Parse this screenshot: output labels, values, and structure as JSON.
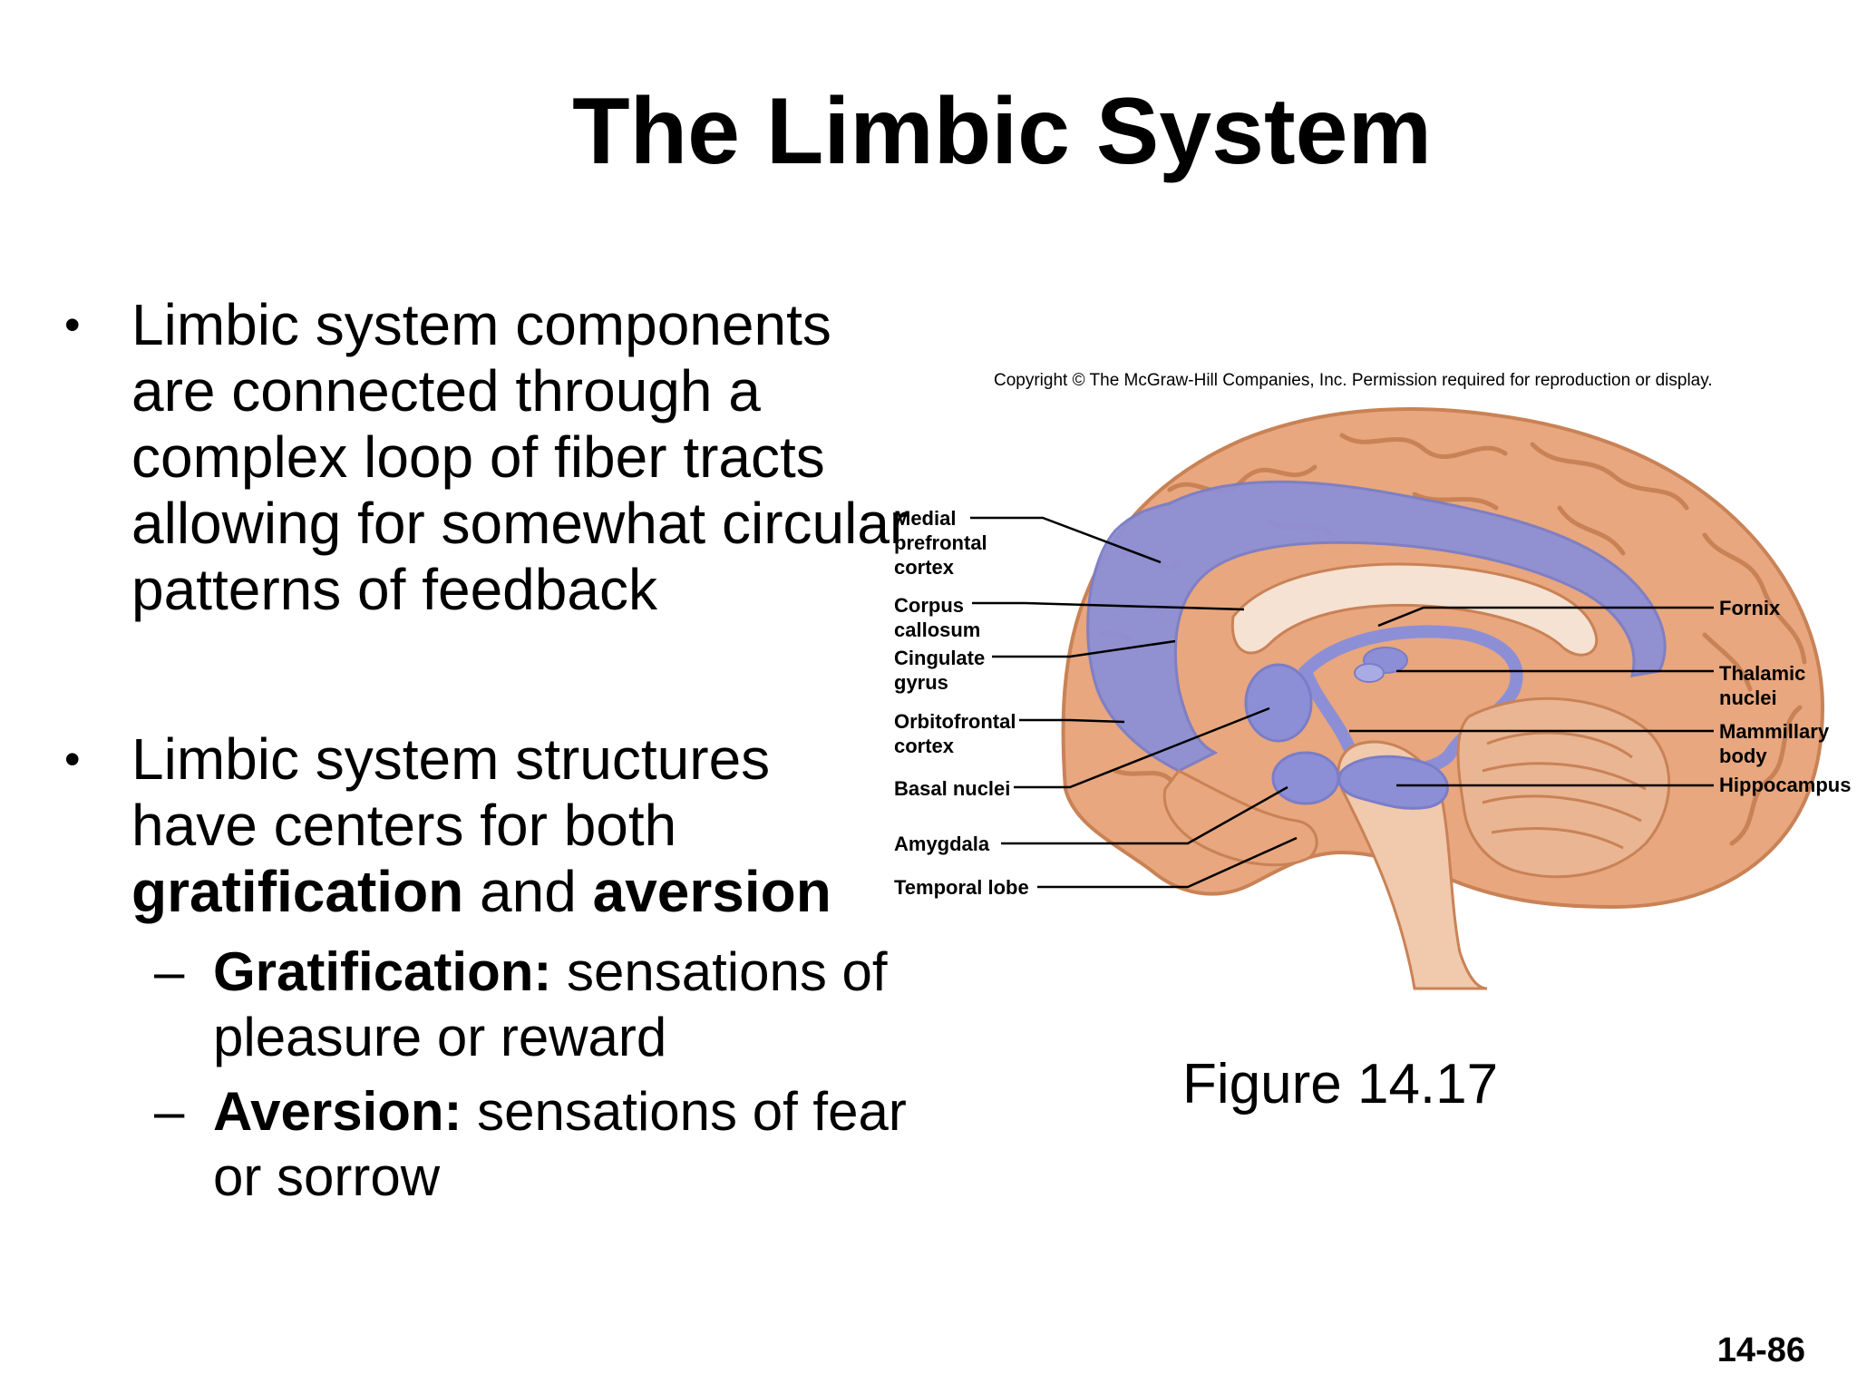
{
  "title": "The Limbic System",
  "bullets": [
    {
      "text": "Limbic system components are connected through a complex loop of fiber tracts allowing for somewhat circular patterns of feedback"
    },
    {
      "parts": [
        "Limbic system structures have centers for both ",
        "gratification",
        " and ",
        "aversion"
      ],
      "sub": [
        {
          "term": "Gratification:",
          "text": " sensations of pleasure or reward"
        },
        {
          "term": "Aversion:",
          "text": " sensations of fear or sorrow"
        }
      ]
    }
  ],
  "figure": {
    "copyright": "Copyright © The McGraw-Hill Companies, Inc. Permission required for reproduction or display.",
    "caption": "Figure 14.17",
    "labels_left": [
      {
        "line1": "Medial",
        "line2": "prefrontal",
        "line3": "cortex"
      },
      {
        "line1": "Corpus",
        "line2": "callosum"
      },
      {
        "line1": "Cingulate",
        "line2": "gyrus"
      },
      {
        "line1": "Orbitofrontal",
        "line2": "cortex"
      },
      {
        "line1": "Basal nuclei"
      },
      {
        "line1": "Amygdala"
      },
      {
        "line1": "Temporal lobe"
      }
    ],
    "labels_right": [
      {
        "line1": "Fornix"
      },
      {
        "line1": "Thalamic",
        "line2": "nuclei"
      },
      {
        "line1": "Mammillary",
        "line2": "body"
      },
      {
        "line1": "Hippocampus"
      }
    ],
    "colors": {
      "cortex": "#e8a77e",
      "cortex_dark": "#c98256",
      "limbic": "#8d8fd6",
      "limbic_light": "#a9abe4",
      "brainstem": "#f1c9ad",
      "leader": "#000000"
    }
  },
  "slide_number": "14-86"
}
